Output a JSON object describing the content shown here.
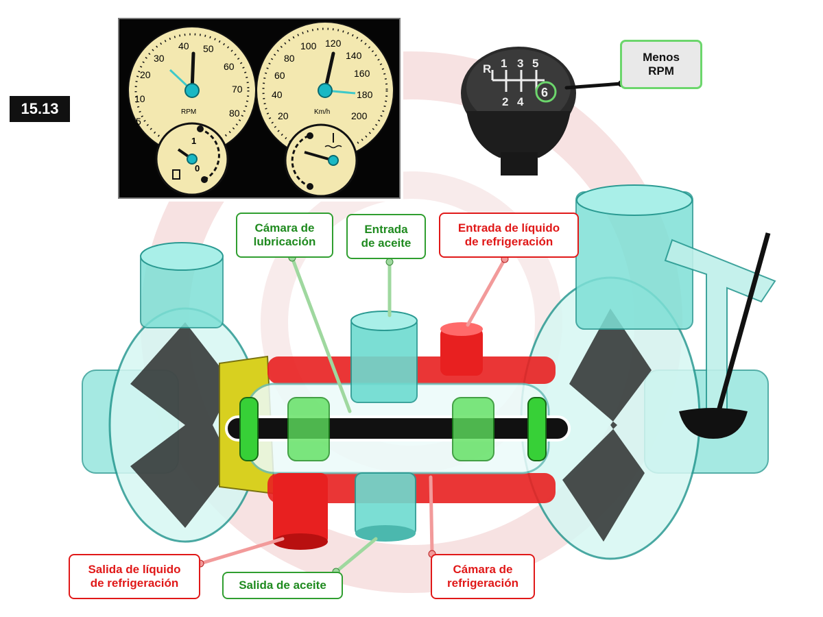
{
  "figure_number": "15.13",
  "dashboard": {
    "rpm_ticks": [
      "5",
      "10",
      "20",
      "30",
      "40",
      "50",
      "60",
      "70",
      "80"
    ],
    "rpm_unit": "RPM",
    "speed_ticks": [
      "20",
      "40",
      "60",
      "80",
      "100",
      "120",
      "140",
      "160",
      "180",
      "200"
    ],
    "speed_unit": "Km/h",
    "fuel_marks": [
      "1",
      "0"
    ],
    "rpm_needle_value": 42,
    "speed_needle_value": 180
  },
  "gearshift": {
    "gears": [
      "R",
      "1",
      "3",
      "5",
      "2",
      "4",
      "6"
    ],
    "highlighted_gear": "6"
  },
  "callouts": {
    "menos_rpm": [
      "Menos",
      "RPM"
    ],
    "camara_lubricacion": [
      "Cámara de",
      "lubricación"
    ],
    "entrada_aceite": [
      "Entrada",
      "de aceite"
    ],
    "entrada_refrigeracion": [
      "Entrada de líquido",
      "de refrigeración"
    ],
    "salida_refrigeracion": [
      "Salida de líquido",
      "de refrigeración"
    ],
    "salida_aceite": [
      "Salida de aceite"
    ],
    "camara_refrigeracion": [
      "Cámara de",
      "refrigeración"
    ]
  },
  "colors": {
    "green_label": "#2f9e2f",
    "red_label": "#e01818",
    "teal": "#5fd3c8",
    "coolant_red": "#e82020",
    "dial_face": "#f3e8b0"
  }
}
